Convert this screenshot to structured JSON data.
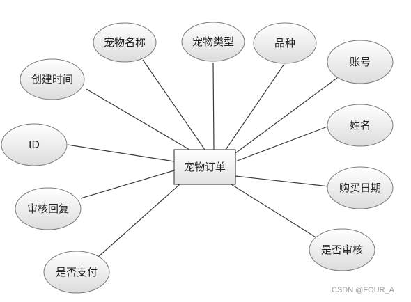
{
  "entity": {
    "label": "宠物订单"
  },
  "attributes": [
    {
      "id": "pet-name",
      "label": "宠物名称"
    },
    {
      "id": "pet-type",
      "label": "宠物类型"
    },
    {
      "id": "breed",
      "label": "品种"
    },
    {
      "id": "account",
      "label": "账号"
    },
    {
      "id": "created-time",
      "label": "创建时间"
    },
    {
      "id": "name",
      "label": "姓名"
    },
    {
      "id": "id",
      "label": "ID"
    },
    {
      "id": "purchase-date",
      "label": "购买日期"
    },
    {
      "id": "review-reply",
      "label": "审核回复"
    },
    {
      "id": "reviewed",
      "label": "是否审核"
    },
    {
      "id": "paid",
      "label": "是否支付"
    }
  ],
  "watermark": "CSDN @FOUR_A"
}
